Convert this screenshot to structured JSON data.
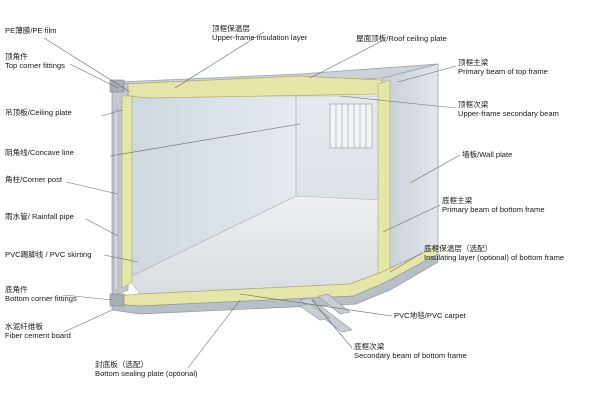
{
  "labels": {
    "pe_film": {
      "zh": "PE薄膜/PE film"
    },
    "top_corner": {
      "zh": "顶角件",
      "en": "Top corner fittings"
    },
    "ceiling_plate": {
      "zh": "吊顶板/Ceiling plate"
    },
    "concave_line": {
      "zh": "阴角线/Concave line"
    },
    "corner_post": {
      "zh": "角柱/Corner post"
    },
    "rainfall_pipe": {
      "zh": "雨水管/ Rainfall pipe"
    },
    "pvc_skirting": {
      "zh": "PVC踢脚线 / PVC skirting"
    },
    "bottom_corner": {
      "zh": "底角件",
      "en": "Bottom corner fittings"
    },
    "fiber_cement": {
      "zh": "水泥纤维板",
      "en": "Fiber cement board"
    },
    "bottom_sealing": {
      "zh": "封底板（选配）",
      "en": "Bottom sealing plate (optional)"
    },
    "upper_insulation": {
      "zh": "顶框保温层",
      "en": "Upper-frame insulation layer"
    },
    "roof_ceiling": {
      "zh": "屋面顶板/Roof ceiling plate"
    },
    "primary_top": {
      "zh": "顶框主梁",
      "en": "Primary beam of top frame"
    },
    "upper_secondary": {
      "zh": "顶框次梁",
      "en": "Upper-frame secondary beam"
    },
    "wall_plate": {
      "zh": "墙板/Wall plate"
    },
    "primary_bottom": {
      "zh": "底框主梁",
      "en": "Primary beam of bottom frame"
    },
    "insulating_bottom": {
      "zh": "底框保温层（选配）",
      "en": "Insulating layer (optional) of bottom frame"
    },
    "pvc_carpet": {
      "zh": "PVC地毯/PVC carpet"
    },
    "secondary_bottom": {
      "zh": "底框次梁",
      "en": "Secondary beam of bottom frame"
    }
  },
  "colors": {
    "insulation": "#e6e6a8",
    "wall": "#dde6ee",
    "floor": "#e4e6e8",
    "frame": "#b9bfc6",
    "leader": "#6a6a6a"
  }
}
